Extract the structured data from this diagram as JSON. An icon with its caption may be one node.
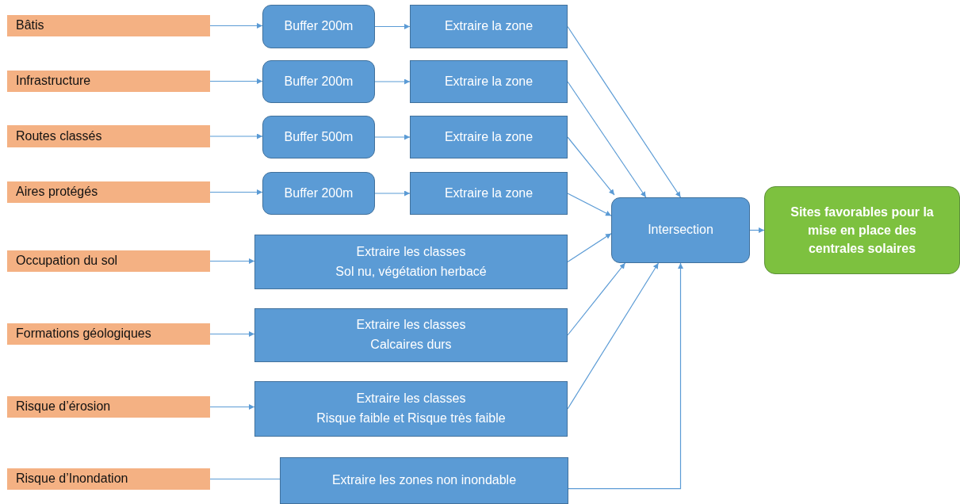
{
  "diagram": {
    "nodes": [
      {
        "text": [
          "Bâtis"
        ]
      },
      {
        "text": [
          "Buffer 200m"
        ]
      },
      {
        "text": [
          "Extraire la zone"
        ]
      },
      {
        "text": [
          "Infrastructure"
        ]
      },
      {
        "text": [
          "Buffer 200m"
        ]
      },
      {
        "text": [
          "Extraire la zone"
        ]
      },
      {
        "text": [
          "Routes classés"
        ]
      },
      {
        "text": [
          "Buffer 500m"
        ]
      },
      {
        "text": [
          "Extraire la zone"
        ]
      },
      {
        "text": [
          "Aires protégés"
        ]
      },
      {
        "text": [
          "Buffer 200m"
        ]
      },
      {
        "text": [
          "Extraire la zone"
        ]
      },
      {
        "text": [
          "Occupation du sol"
        ]
      },
      {
        "text": [
          "Extraire les classes",
          "Sol nu, végétation herbacé"
        ]
      },
      {
        "text": [
          "Formations géologiques"
        ]
      },
      {
        "text": [
          "Extraire les classes",
          "Calcaires durs"
        ]
      },
      {
        "text": [
          "Risque d’érosion"
        ]
      },
      {
        "text": [
          "Extraire les classes",
          "Risque faible et Risque très faible"
        ]
      },
      {
        "text": [
          "Risque d’Inondation"
        ]
      },
      {
        "text": [
          "Extraire les zones non inondable"
        ]
      },
      {
        "text": [
          "Intersection"
        ]
      },
      {
        "text": [
          "Sites favorables pour la mise en place des centrales solaires"
        ]
      }
    ],
    "edges": [
      {
        "from": 0,
        "to": 1,
        "arrow": "to"
      },
      {
        "from": 1,
        "to": 2,
        "arrow": "to"
      },
      {
        "from": 3,
        "to": 4,
        "arrow": "to"
      },
      {
        "from": 4,
        "to": 5,
        "arrow": "to"
      },
      {
        "from": 6,
        "to": 7,
        "arrow": "to"
      },
      {
        "from": 7,
        "to": 8,
        "arrow": "to"
      },
      {
        "from": 9,
        "to": 10,
        "arrow": "to"
      },
      {
        "from": 10,
        "to": 11,
        "arrow": "to"
      },
      {
        "from": 12,
        "to": 13,
        "arrow": "to"
      },
      {
        "from": 14,
        "to": 15,
        "arrow": "to"
      },
      {
        "from": 16,
        "to": 17,
        "arrow": "to"
      },
      {
        "from": 18,
        "to": 19,
        "arrow": "none"
      },
      {
        "from": 2,
        "to": 20,
        "arrow": "to"
      },
      {
        "from": 5,
        "to": 20,
        "arrow": "to"
      },
      {
        "from": 8,
        "to": 20,
        "arrow": "to"
      },
      {
        "from": 11,
        "to": 20,
        "arrow": "to"
      },
      {
        "from": 13,
        "to": 20,
        "arrow": "to"
      },
      {
        "from": 15,
        "to": 20,
        "arrow": "to"
      },
      {
        "from": 17,
        "to": 20,
        "arrow": "to"
      },
      {
        "from": 19,
        "to": 20,
        "arrow": "to"
      },
      {
        "from": 20,
        "to": 21,
        "arrow": "to"
      }
    ]
  }
}
